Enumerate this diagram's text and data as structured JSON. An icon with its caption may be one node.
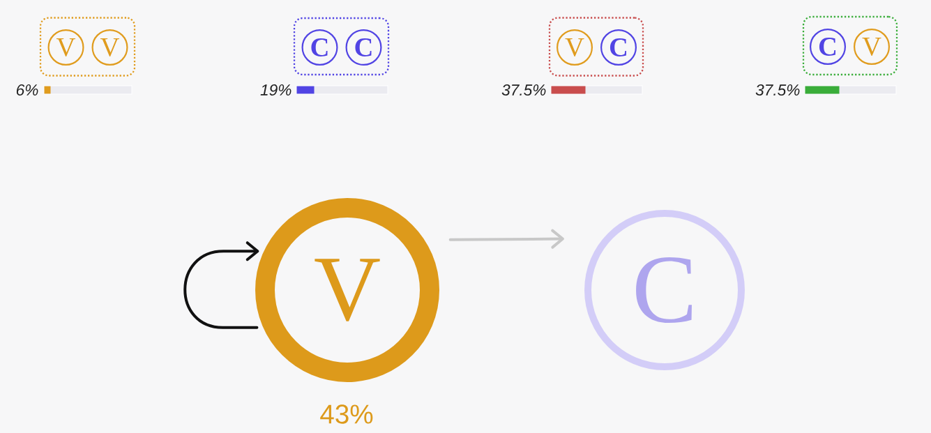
{
  "diagram": {
    "nodes": [
      {
        "text": [],
        "shape": "box",
        "beside": [
          "6%"
        ]
      },
      {
        "text": [
          "V"
        ],
        "in": 0
      },
      {
        "text": [
          "V"
        ],
        "in": 0
      },
      {
        "text": [],
        "shape": "box",
        "beside": [
          "19%"
        ]
      },
      {
        "text": [
          "C"
        ],
        "in": 3
      },
      {
        "text": [
          "C"
        ],
        "in": 3
      },
      {
        "text": [],
        "shape": "box",
        "beside": [
          "37.5%"
        ]
      },
      {
        "text": [
          "V"
        ],
        "in": 6
      },
      {
        "text": [
          "C"
        ],
        "in": 6
      },
      {
        "text": [],
        "shape": "box",
        "beside": [
          "37.5%"
        ]
      },
      {
        "text": [
          "C"
        ],
        "in": 9
      },
      {
        "text": [
          "V"
        ],
        "in": 9
      },
      {
        "text": [
          "V"
        ],
        "beside": [
          "43%"
        ]
      },
      {
        "text": [
          "C"
        ]
      }
    ],
    "edges": [
      {
        "from": 12,
        "to": 12,
        "arrow": "to"
      },
      {
        "from": 12,
        "to": 13,
        "arrow": "to",
        "color": "#c8c8c8"
      }
    ]
  }
}
